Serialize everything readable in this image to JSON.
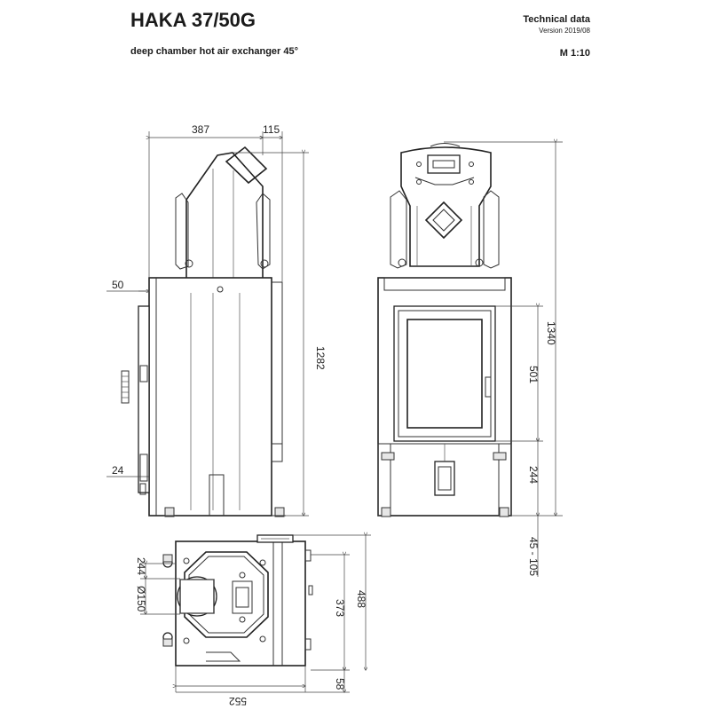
{
  "header": {
    "title": "HAKA 37/50G",
    "subtitle": "deep chamber hot air exchanger 45°",
    "technical_data": "Technical data",
    "version": "Version 2019/08",
    "scale": "M 1:10"
  },
  "dimensions": {
    "side_depth": "387",
    "side_outlet": "115",
    "side_height": "1282",
    "side_door": "50",
    "side_bottom": "24",
    "front_height": "1340",
    "front_glass": "501",
    "front_base": "244",
    "front_feet": "45 - 105",
    "top_inlet_offset": "244",
    "top_inlet_diameter": "Ø150",
    "top_depth_inner": "373",
    "top_depth_total": "488",
    "top_bottom": "58",
    "top_width": "552"
  }
}
